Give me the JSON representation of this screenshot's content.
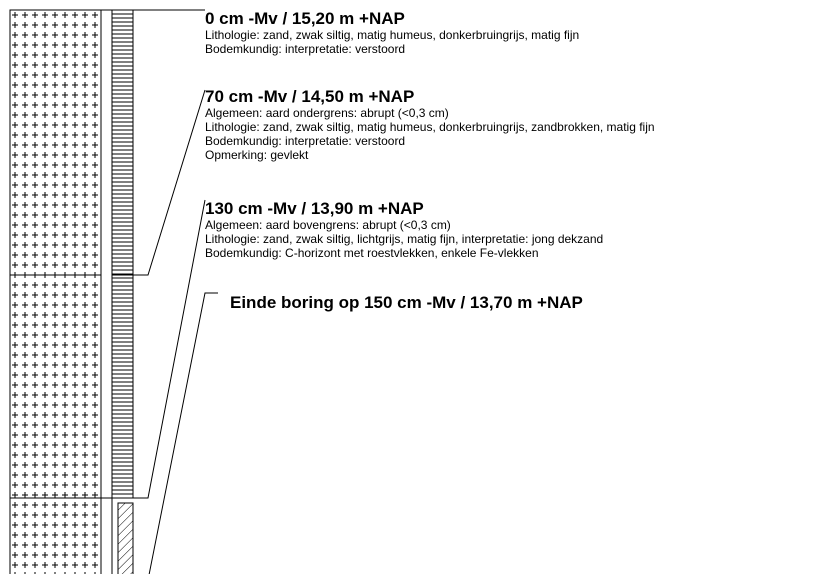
{
  "layers": [
    {
      "heading": "0 cm -Mv / 15,20 m +NAP",
      "lines": [
        "Lithologie: zand, zwak siltig, matig humeus, donkerbruingrijs, matig fijn",
        "Bodemkundig: interpretatie: verstoord"
      ]
    },
    {
      "heading": "70 cm -Mv / 14,50 m +NAP",
      "lines": [
        "Algemeen: aard ondergrens: abrupt (<0,3 cm)",
        "Lithologie: zand, zwak siltig, matig humeus, donkerbruingrijs, zandbrokken, matig fijn",
        "Bodemkundig: interpretatie: verstoord",
        "Opmerking: gevlekt"
      ]
    },
    {
      "heading": "130 cm -Mv / 13,90 m +NAP",
      "lines": [
        "Algemeen: aard bovengrens: abrupt (<0,3 cm)",
        "Lithologie: zand, zwak siltig, lichtgrijs, matig fijn, interpretatie: jong dekzand",
        "Bodemkundig: C-horizont met roestvlekken, enkele Fe-vlekken"
      ]
    }
  ],
  "end_text": "Einde boring op 150 cm -Mv / 13,70 m +NAP"
}
